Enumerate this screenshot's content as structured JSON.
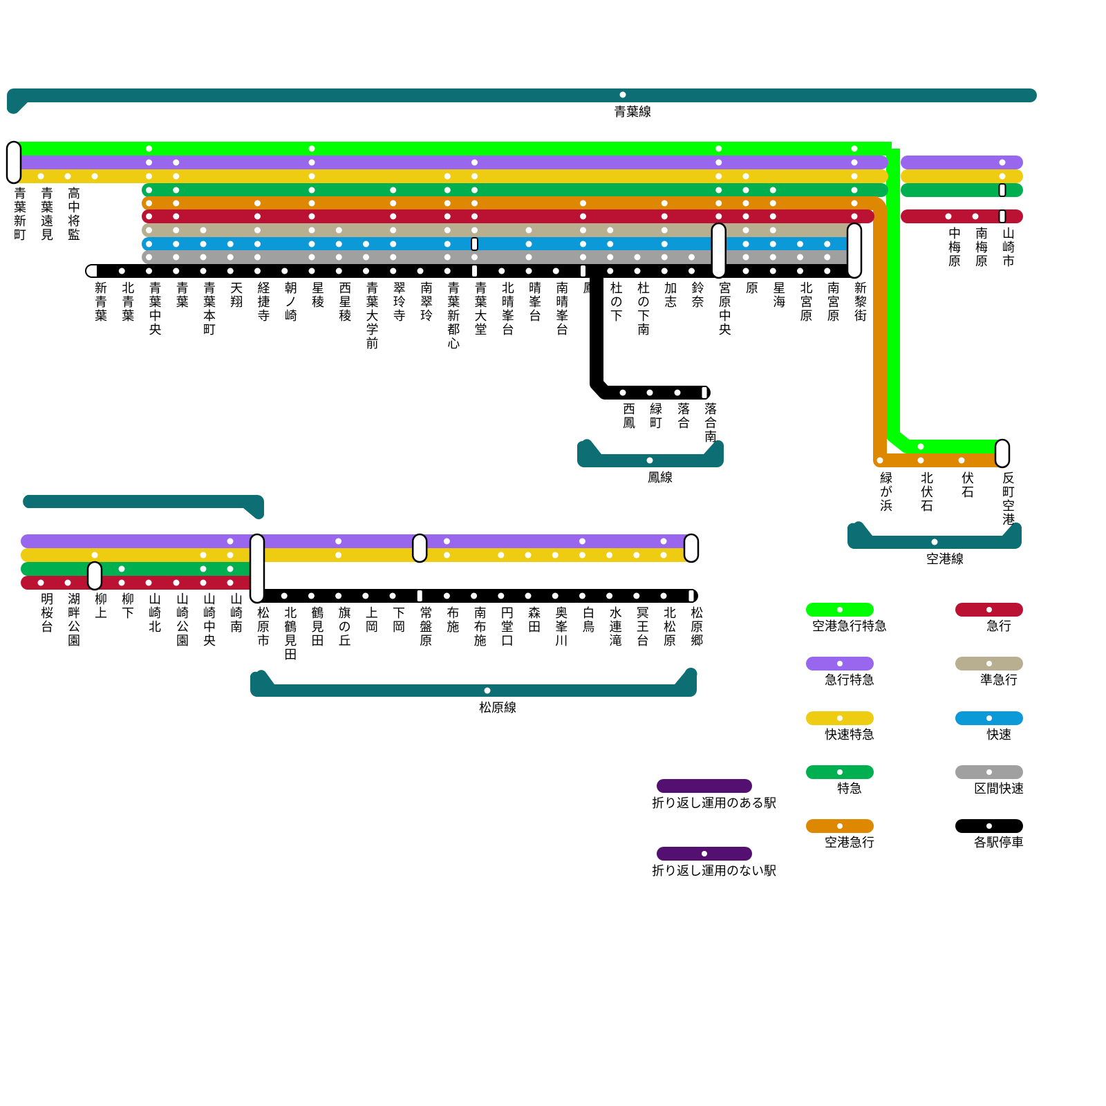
{
  "title": "青葉線・鳳線・空港線・松原線 停車駅案内",
  "colors": {
    "airport_ltd_exp": "#00ff00",
    "ltd_express": "#9966ee",
    "rapid_ltd": "#eecc11",
    "limited": "#00b050",
    "airport_exp": "#dd8800",
    "express": "#bb1133",
    "semi_express": "#b8ae90",
    "rapid": "#0b99d8",
    "section_rapid": "#a0a0a0",
    "local": "#000000",
    "line_band": "#0d6e73",
    "legend_marker": "#541070"
  },
  "lines": {
    "aoba": {
      "name": "青葉線"
    },
    "otori": {
      "name": "鳳線"
    },
    "kuko": {
      "name": "空港線"
    },
    "matsubara": {
      "name": "松原線"
    }
  },
  "aoba_stations_upper": [
    "青葉新町",
    "青葉遠見",
    "高中将監"
  ],
  "aoba_stations": [
    "新青葉",
    "北青葉",
    "青葉中央",
    "青葉",
    "青葉本町",
    "天翔",
    "経捷寺",
    "朝ノ崎",
    "星稜",
    "西星稜",
    "青葉大学前",
    "翠玲寺",
    "南翠玲",
    "青葉新都心",
    "青葉大堂",
    "北晴峯台",
    "晴峯台",
    "南晴峯台",
    "鳳",
    "杜の下",
    "杜の下南",
    "加志",
    "鈴奈",
    "宮原中央",
    "原",
    "星海",
    "北宮原",
    "南宮原",
    "新黎街"
  ],
  "yamazaki_branch_stations": [
    "中梅原",
    "南梅原",
    "山崎市"
  ],
  "otori_stations": [
    "西鳳",
    "緑町",
    "落合",
    "落合南"
  ],
  "kuko_stations": [
    "緑が浜",
    "北伏石",
    "伏石",
    "反町空港"
  ],
  "matsubara_west_stations": [
    "明桜台",
    "湖畔公園",
    "柳上",
    "柳下",
    "山崎北",
    "山崎公園",
    "山崎中央",
    "山崎南"
  ],
  "matsubara_stations": [
    "松原市",
    "北鶴見田",
    "鶴見田",
    "旗の丘",
    "上岡",
    "下岡",
    "常盤原",
    "布施",
    "南布施",
    "円堂口",
    "森田",
    "奥峯川",
    "白鳥",
    "水連滝",
    "冥王台",
    "北松原",
    "松原郷"
  ],
  "legend": {
    "services": [
      {
        "key": "airport_ltd_exp",
        "label": "空港急行特急"
      },
      {
        "key": "ltd_express",
        "label": "急行特急"
      },
      {
        "key": "rapid_ltd",
        "label": "快速特急"
      },
      {
        "key": "limited",
        "label": "特急"
      },
      {
        "key": "airport_exp",
        "label": "空港急行"
      },
      {
        "key": "express",
        "label": "急行"
      },
      {
        "key": "semi_express",
        "label": "準急行"
      },
      {
        "key": "rapid",
        "label": "快速"
      },
      {
        "key": "section_rapid",
        "label": "区間快速"
      },
      {
        "key": "local",
        "label": "各駅停車"
      }
    ],
    "turnback_with": "折り返し運用のある駅",
    "turnback_without": "折り返し運用のない駅"
  }
}
